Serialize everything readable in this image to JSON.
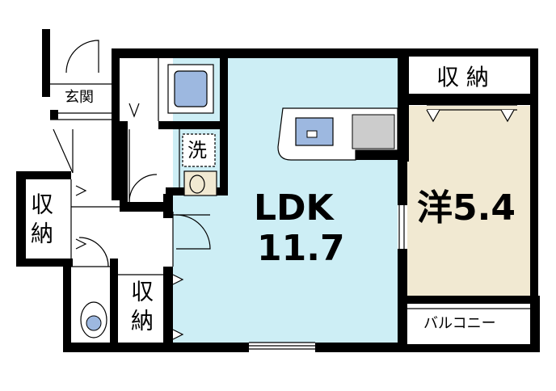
{
  "rooms": {
    "genkan": "玄関",
    "wash": "洗",
    "ldk_name": "LDK",
    "ldk_size": "11.7",
    "western": "洋5.4",
    "balcony": "バルコニー"
  },
  "storage_labels": {
    "top_right": "収 納",
    "left": "収納",
    "lower": "収納"
  },
  "colors": {
    "ldk_fill": "#cdeef5",
    "western_fill": "#f1e9d2",
    "wall": "#000000",
    "fixture": "#9db8e0"
  }
}
